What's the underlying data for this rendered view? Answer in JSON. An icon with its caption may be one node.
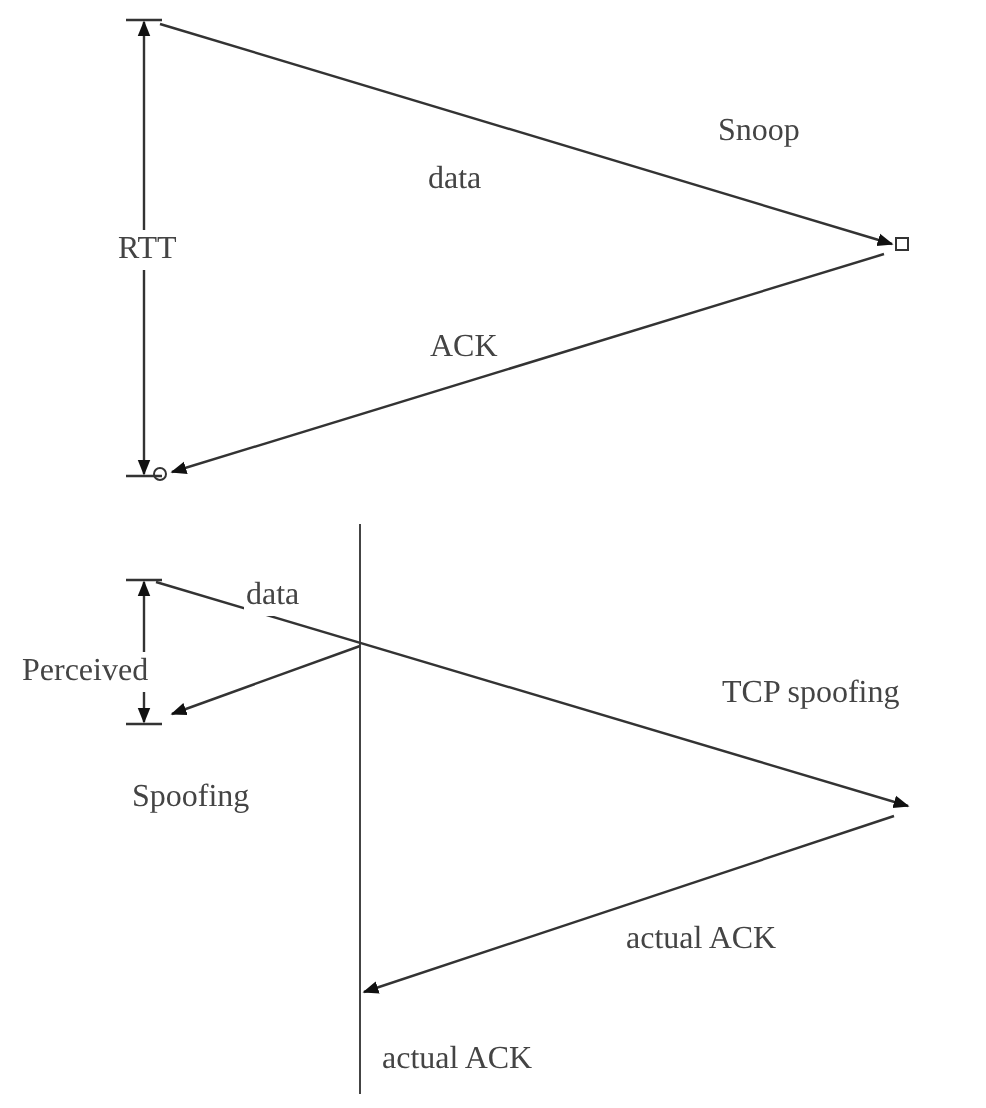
{
  "diagram": {
    "labels": [
      "Snoop",
      "data",
      "RTT",
      "ACK",
      "data",
      "Perceived",
      "TCP spoofing",
      "Spoofing",
      "actual ACK",
      "actual ACK"
    ]
  }
}
